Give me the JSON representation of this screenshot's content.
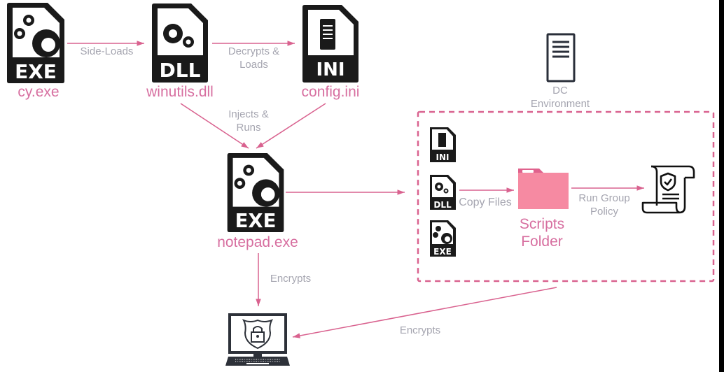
{
  "colors": {
    "accent": "#d9628f",
    "label": "#a5a5b0",
    "name": "#d76fa0",
    "folder": "#f4839f",
    "icon": "#1a1a1a"
  },
  "nodes": {
    "cy": {
      "name": "cy.exe",
      "badge": "EXE",
      "icon": "exe-file-icon"
    },
    "winutils": {
      "name": "winutils.dll",
      "badge": "DLL",
      "icon": "dll-file-icon"
    },
    "config": {
      "name": "config.ini",
      "badge": "INI",
      "icon": "ini-file-icon"
    },
    "notepad": {
      "name": "notepad.exe",
      "badge": "EXE",
      "icon": "exe-file-icon"
    },
    "dc": {
      "line1": "DC",
      "line2": "Environment",
      "icon": "server-icon"
    },
    "scripts": {
      "line1": "Scripts",
      "line2": "Folder",
      "icon": "folder-icon"
    },
    "small_files": [
      {
        "badge": "INI"
      },
      {
        "badge": "DLL"
      },
      {
        "badge": "EXE"
      }
    ],
    "policy": {
      "icon": "policy-scroll-icon"
    },
    "victim": {
      "icon": "laptop-lock-icon"
    }
  },
  "edges": {
    "sideloads": "Side-Loads",
    "decrypts_1": "Decrypts &",
    "decrypts_2": "Loads",
    "injects_1": "Injects &",
    "injects_2": "Runs",
    "copy": "Copy Files",
    "gp_1": "Run Group",
    "gp_2": "Policy",
    "encrypts_local": "Encrypts",
    "encrypts_remote": "Encrypts"
  }
}
